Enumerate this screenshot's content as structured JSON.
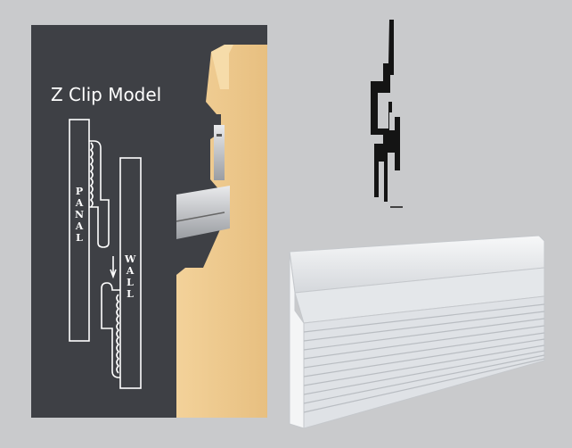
{
  "diagram": {
    "title": "Z Clip Model",
    "panel_label": "PANAL",
    "wall_label": "WALL"
  },
  "colors": {
    "background": "#c9cacc",
    "board": "#3e4045",
    "wood": "#eec98d",
    "profile": "#141414",
    "extrusion": "#eef0f2"
  }
}
